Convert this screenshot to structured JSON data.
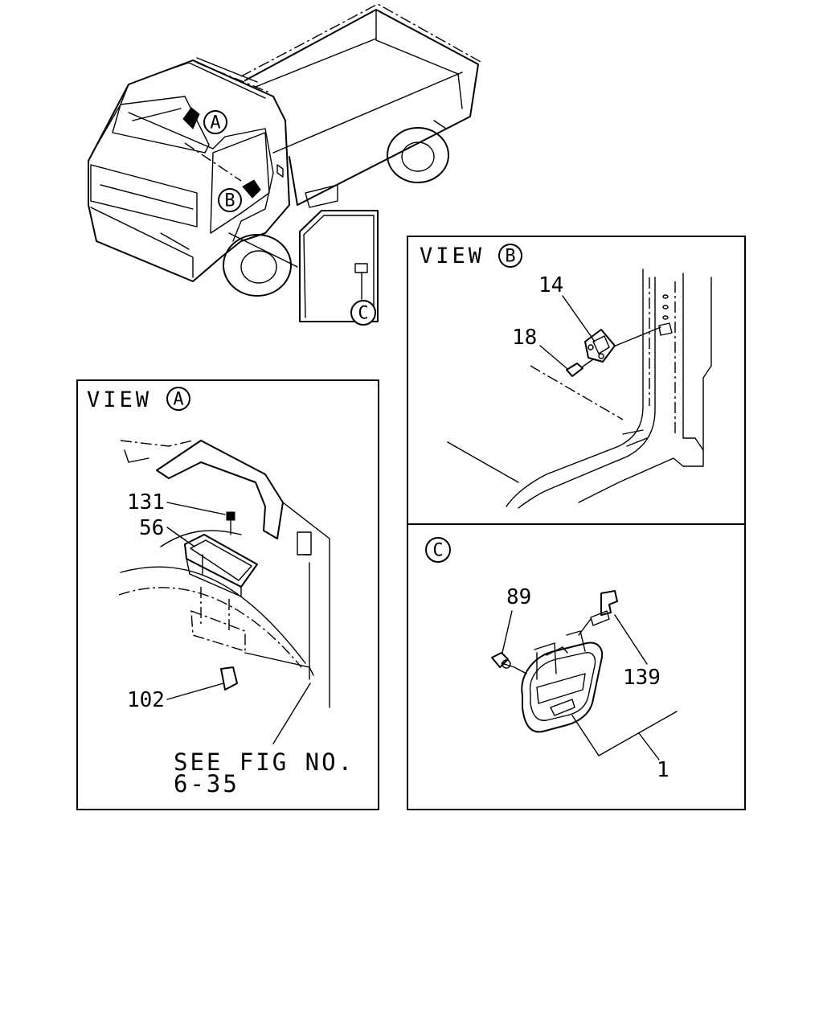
{
  "views": {
    "a": {
      "title": "VIEW",
      "marker": "A"
    },
    "b": {
      "title": "VIEW",
      "marker": "B"
    },
    "c": {
      "marker": "C"
    }
  },
  "truck_callouts": [
    "A",
    "B",
    "C"
  ],
  "part_numbers": {
    "p131": "131",
    "p56": "56",
    "p102": "102",
    "p14": "14",
    "p18": "18",
    "p89": "89",
    "p139": "139",
    "p1": "1"
  },
  "note": {
    "line1": "SEE FIG NO.",
    "line2": "6-35"
  }
}
